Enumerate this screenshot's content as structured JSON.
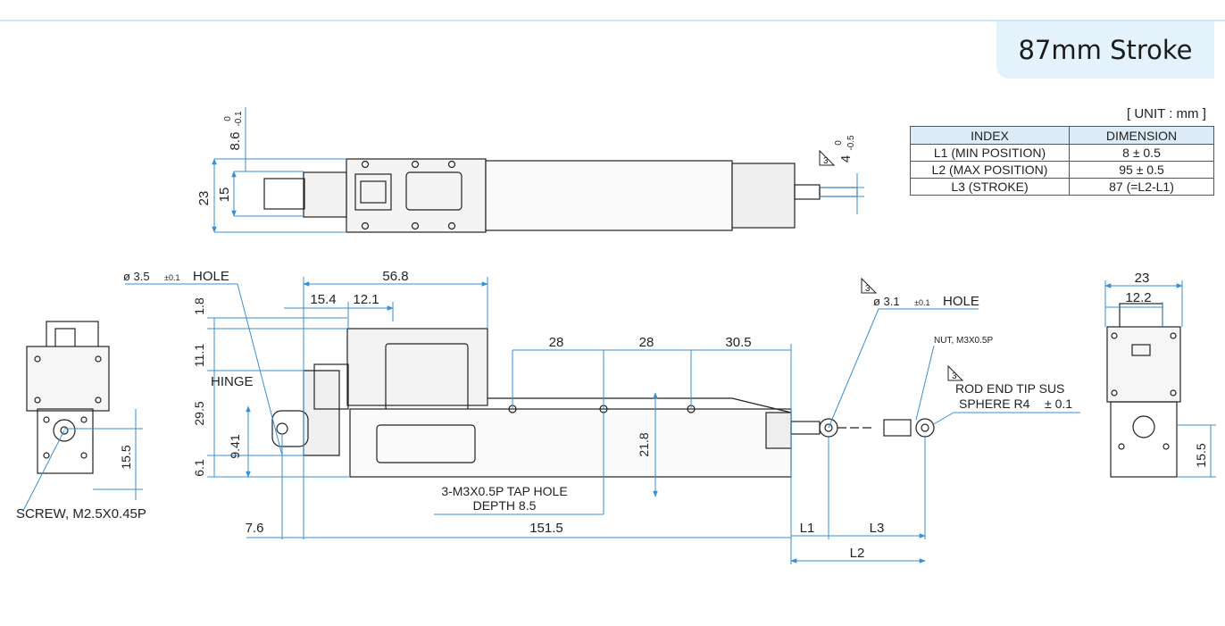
{
  "badge": {
    "title": "87mm Stroke"
  },
  "unit_note": "[ UNIT : mm ]",
  "table": {
    "headers": [
      "INDEX",
      "DIMENSION"
    ],
    "rows": [
      [
        "L1 (MIN POSITION)",
        "8 ± 0.5"
      ],
      [
        "L2 (MAX POSITION)",
        "95 ± 0.5"
      ],
      [
        "L3 (STROKE)",
        "87 (=L2-L1)"
      ]
    ]
  },
  "top_view": {
    "dim_8_6": "8.6",
    "tol_8_6_upper": "0",
    "tol_8_6_lower": "-0.1",
    "dim_23": "23",
    "dim_15": "15",
    "rev_mark": "3",
    "dim_4": "4",
    "tol_4_upper": "0",
    "tol_4_lower": "-0.5"
  },
  "side_view": {
    "hole_spec": {
      "dia": "ø 3.5",
      "tol": "±0.1",
      "label": "HOLE"
    },
    "dim_56_8": "56.8",
    "dim_15_4": "15.4",
    "dim_12_1": "12.1",
    "dim_1_8": "1.8",
    "dim_11_1": "11.1",
    "hinge_label": "HINGE",
    "dim_29_5": "29.5",
    "dim_9_41": "9.41",
    "dim_6_1": "6.1",
    "dim_28_a": "28",
    "dim_28_b": "28",
    "dim_30_5": "30.5",
    "dim_21_8": "21.8",
    "tap_hole_line1": "3-M3X0.5P TAP HOLE",
    "tap_hole_line2": "DEPTH 8.5",
    "dim_7_6": "7.6",
    "dim_151_5": "151.5",
    "l1": "L1",
    "l3": "L3",
    "l2": "L2",
    "rev_mark_a": "3",
    "rod_hole": {
      "dia": "ø 3.1",
      "tol": "±0.1",
      "label": "HOLE"
    },
    "nut_label": "NUT, M3X0.5P",
    "rev_mark_b": "3",
    "rod_end_line1": "ROD END TIP SUS",
    "rod_end_line2": "SPHERE R4",
    "rod_end_tol": "± 0.1"
  },
  "left_view": {
    "dim_15_5": "15.5",
    "screw_label": "SCREW, M2.5X0.45P"
  },
  "right_view": {
    "dim_23": "23",
    "dim_12_2": "12.2",
    "dim_15_5": "15.5"
  }
}
